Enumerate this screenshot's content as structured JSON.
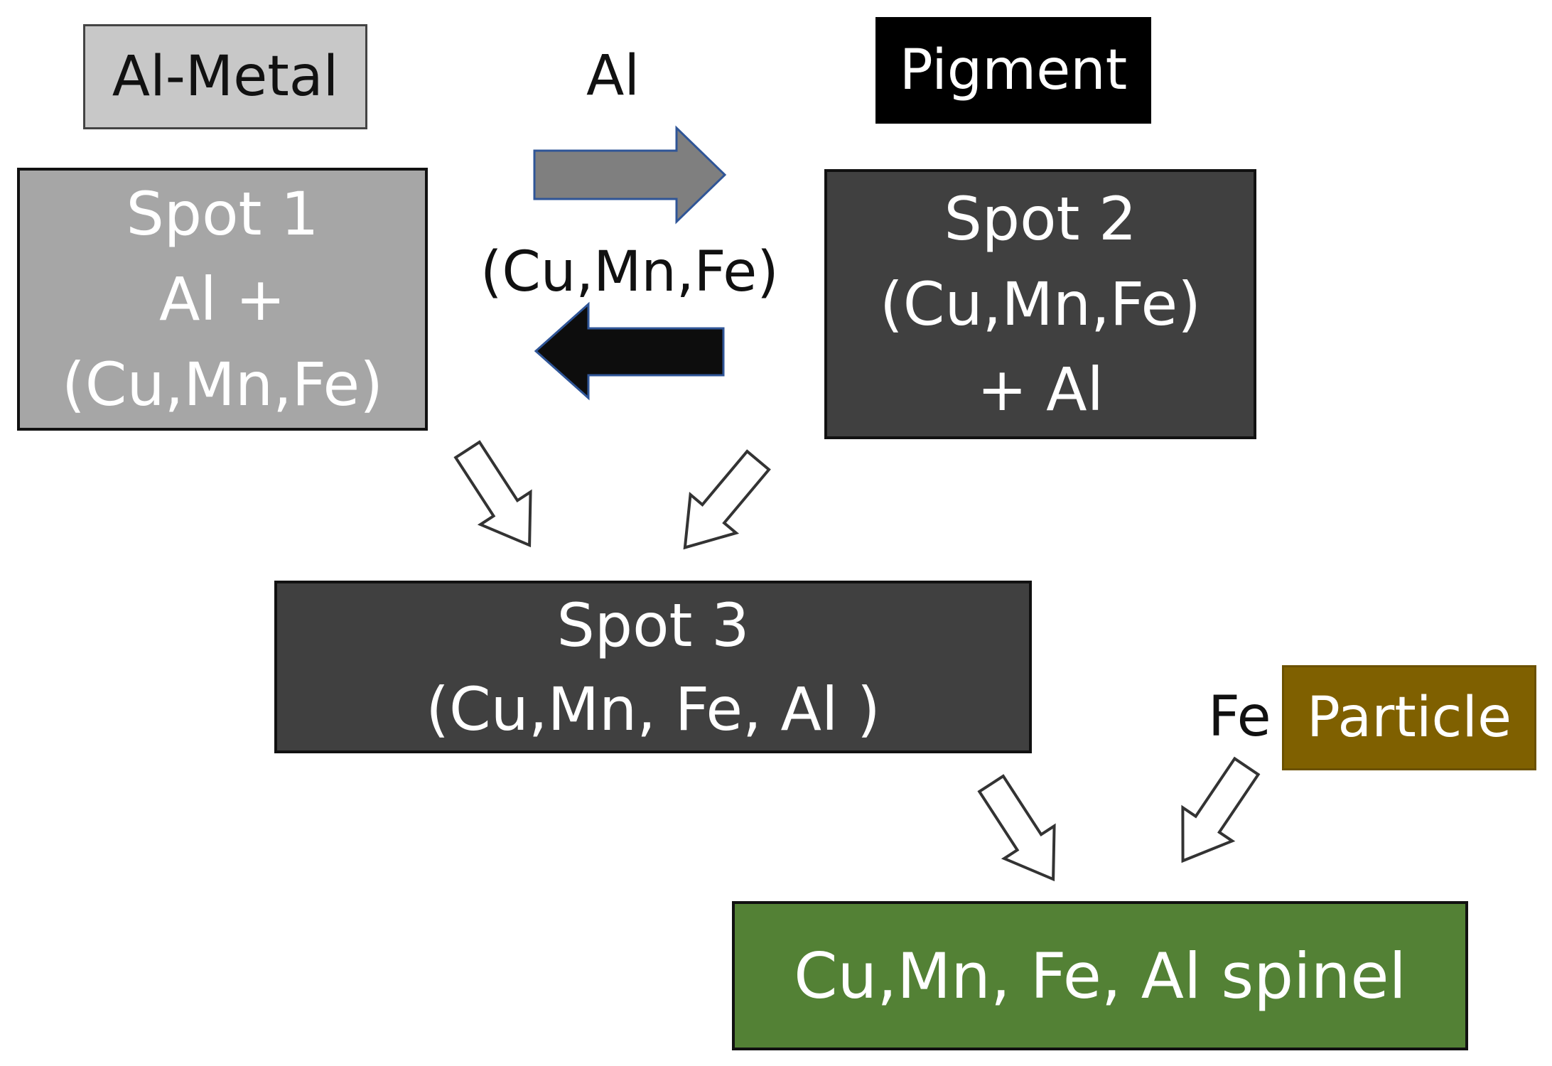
{
  "labels": {
    "al_metal": "Al-Metal",
    "pigment": "Pigment",
    "al_flow": "Al",
    "cumnfe_flow": "(Cu,Mn,Fe)",
    "fe_flow": "Fe",
    "particle": "Particle"
  },
  "spot1": {
    "title": "Spot 1",
    "line2": "Al +",
    "line3": "(Cu,Mn,Fe)"
  },
  "spot2": {
    "title": "Spot 2",
    "line2": "(Cu,Mn,Fe)",
    "line3": "+ Al"
  },
  "spot3": {
    "title": "Spot 3",
    "line2": "(Cu,Mn, Fe, Al )"
  },
  "result": {
    "text": "Cu,Mn, Fe, Al spinel"
  },
  "colors": {
    "al_metal_fill": "#c8c8c8",
    "pigment_fill": "#000000",
    "spot1_fill": "#a6a6a6",
    "dark_fill": "#404040",
    "particle_fill": "#7f6000",
    "result_fill": "#538135",
    "gray_arrow": "#7f7f7f",
    "black_arrow": "#0d0d0d",
    "arrow_stroke": "#2f5597"
  }
}
